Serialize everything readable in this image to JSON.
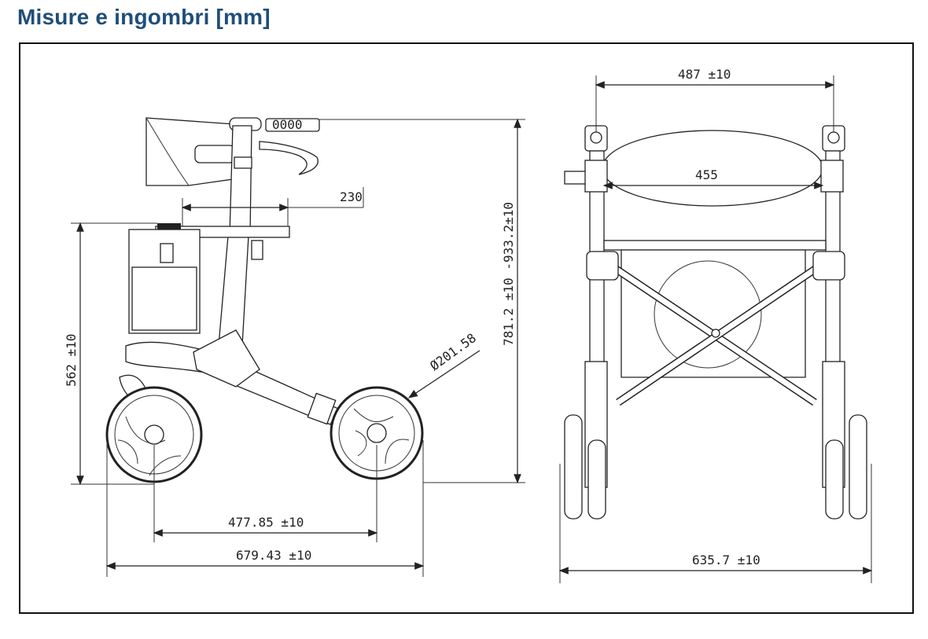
{
  "title": "Misure e ingombri [mm]",
  "dimensions": {
    "handle_depth": "230",
    "seat_height": "562 ±10",
    "total_height": "781.2 ±10 -933.2±10",
    "wheel_diameter": "Ø201.58",
    "wheelbase": "477.85 ±10",
    "total_length": "679.43 ±10",
    "handle_width": "487 ±10",
    "seat_width": "455",
    "total_width": "635.7 ±10",
    "brake_label": "0000"
  }
}
